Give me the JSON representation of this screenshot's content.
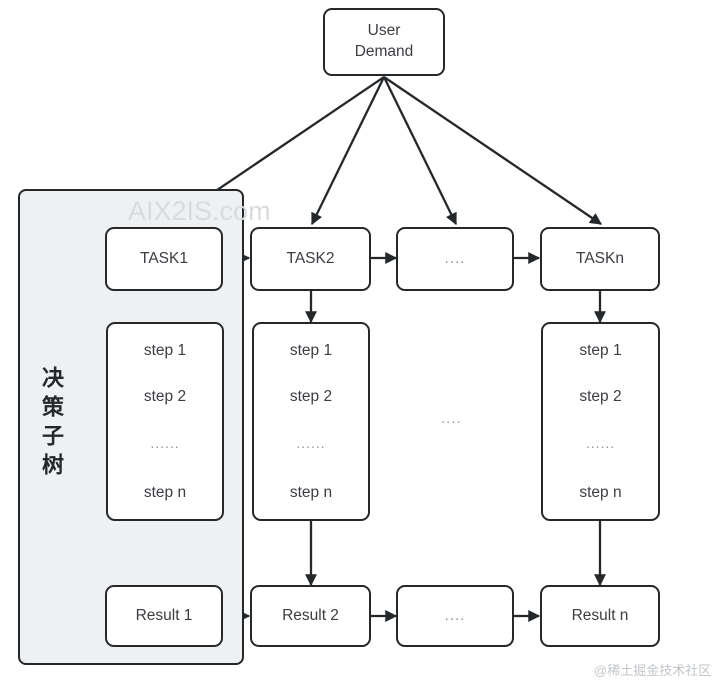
{
  "diagram": {
    "title_node": {
      "label": "User\nDemand"
    },
    "group": {
      "label": "决策子树"
    },
    "columns": [
      {
        "task": "TASK1",
        "result": "Result 1",
        "steps": [
          "step 1",
          "step 2",
          "......",
          "step n"
        ]
      },
      {
        "task": "TASK2",
        "result": "Result 2",
        "steps": [
          "step 1",
          "step 2",
          "......",
          "step n"
        ]
      },
      {
        "task": "....",
        "result": "....",
        "steps": null,
        "middle_placeholder": "...."
      },
      {
        "task": "TASKn",
        "result": "Result n",
        "steps": [
          "step 1",
          "step 2",
          "......",
          "step n"
        ]
      }
    ]
  },
  "watermarks": {
    "center": "AIX2IS.com",
    "corner": "@稀土掘金技术社区"
  },
  "colors": {
    "stroke": "#25282b",
    "node_fill": "#ffffff",
    "group_fill": "#eff0f1",
    "text": "#3a3d42",
    "muted": "#8d9196",
    "watermark": "#d8dbdd"
  }
}
